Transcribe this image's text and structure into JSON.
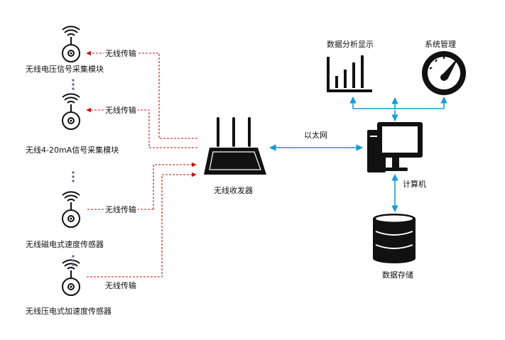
{
  "sensors": [
    {
      "label": "无线电压信号采集模块",
      "link": "无线传输"
    },
    {
      "label": "无线4-20mA信号采集模块",
      "link": "无线传输"
    },
    {
      "label": "无线磁电式速度传感器",
      "link": "无线传输"
    },
    {
      "label": "无线压电式加速度传感器",
      "link": "无线传输"
    }
  ],
  "router": {
    "label": "无线收发器",
    "icon": "router-icon"
  },
  "ethernet": {
    "label": "以太网"
  },
  "computer": {
    "label": "计算机",
    "icon": "desktop-computer-icon"
  },
  "analysis": {
    "label": "数据分析显示",
    "icon": "bar-chart-icon"
  },
  "management": {
    "label": "系统管理",
    "icon": "gauge-icon"
  },
  "storage": {
    "label": "数据存储",
    "icon": "database-icon"
  },
  "colors": {
    "wireless": "#cc1111",
    "ethernet": "#1a9ad6",
    "icon": "#111111",
    "dots": "#5b5fa8"
  }
}
